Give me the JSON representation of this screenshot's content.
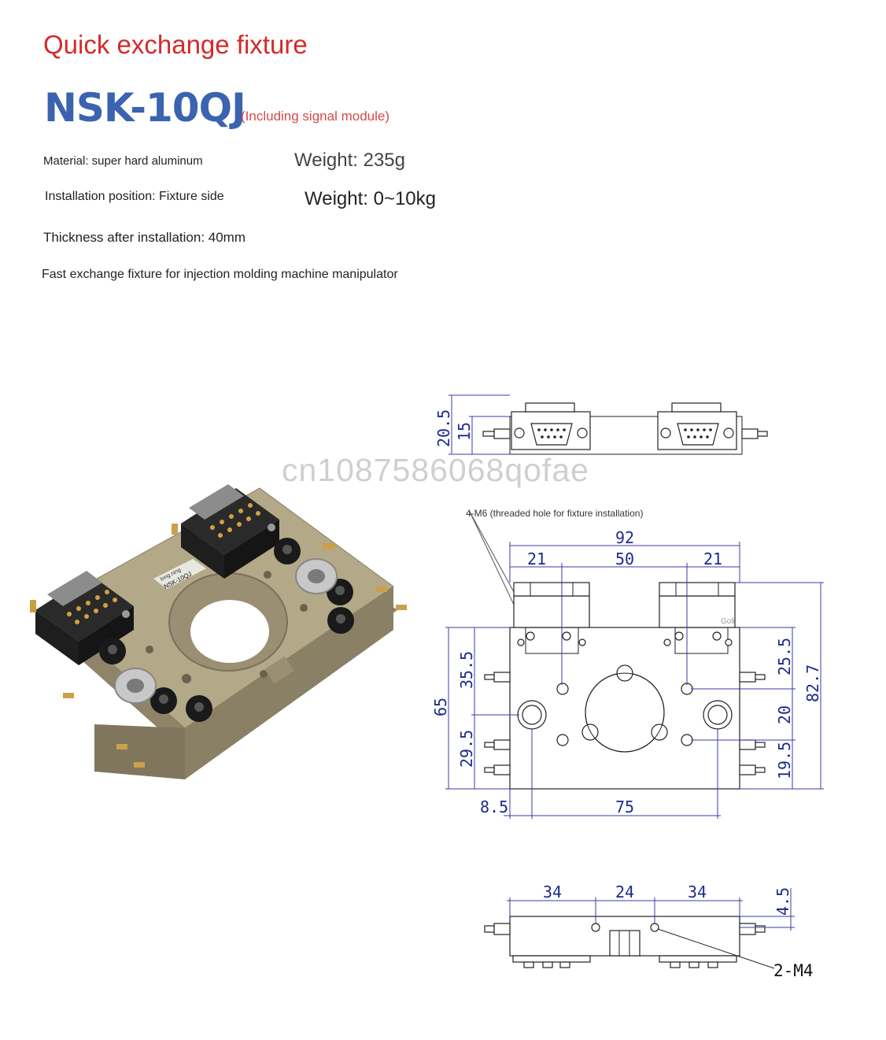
{
  "header": {
    "title": "Quick exchange fixture",
    "model": "NSK-10QJ",
    "model_note": "(Including signal module)"
  },
  "specs": {
    "material": "Material: super hard aluminum",
    "weight": "Weight: 235g",
    "installation": "Installation position: Fixture side",
    "load": "Weight: 0~10kg",
    "thickness": "Thickness after installation: 40mm",
    "usage": "Fast exchange fixture for injection molding machine manipulator"
  },
  "watermark": "cn1087586068qofae",
  "product_photo": {
    "label_top": "long ning",
    "label_bottom": "NSK-10QJ"
  },
  "drawing": {
    "side_top": {
      "dim_total": "20.5",
      "dim_part": "15"
    },
    "plan": {
      "note": "4-M6 (threaded hole for fixture installation)",
      "dim_92": "92",
      "dim_21_left": "21",
      "dim_50": "50",
      "dim_21_right": "21",
      "dim_35_5": "35.5",
      "dim_29_5": "29.5",
      "dim_65": "65",
      "dim_25_5": "25.5",
      "dim_20": "20",
      "dim_19_5": "19.5",
      "dim_82_7": "82.7",
      "dim_8_5": "8.5",
      "dim_75": "75",
      "mark": "Goli"
    },
    "side_bottom": {
      "dim_34_left": "34",
      "dim_24": "24",
      "dim_34_right": "34",
      "dim_4_5": "4.5",
      "callout": "2-M4"
    }
  }
}
